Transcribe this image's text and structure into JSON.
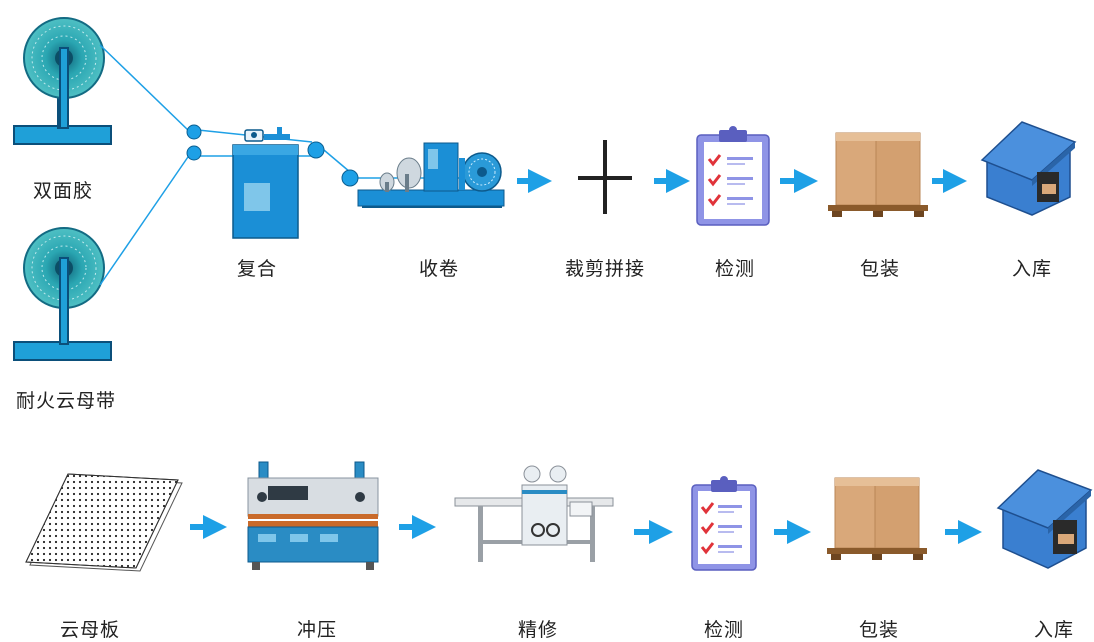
{
  "row1": {
    "inputs": [
      "双面胶",
      "耐火云母带"
    ],
    "steps": [
      "复合",
      "收卷",
      "裁剪拼接",
      "检测",
      "包装",
      "入库"
    ]
  },
  "row2": {
    "steps": [
      "云母板",
      "冲压",
      "精修",
      "检测",
      "包装",
      "入库"
    ]
  },
  "colors": {
    "accent": "#1ea0e6",
    "reel": "#27a5b3",
    "machine": "#1b8fd6",
    "box": "#d9a87a",
    "pallet": "#8a5a2b",
    "warehouse": "#3a7fd0"
  }
}
